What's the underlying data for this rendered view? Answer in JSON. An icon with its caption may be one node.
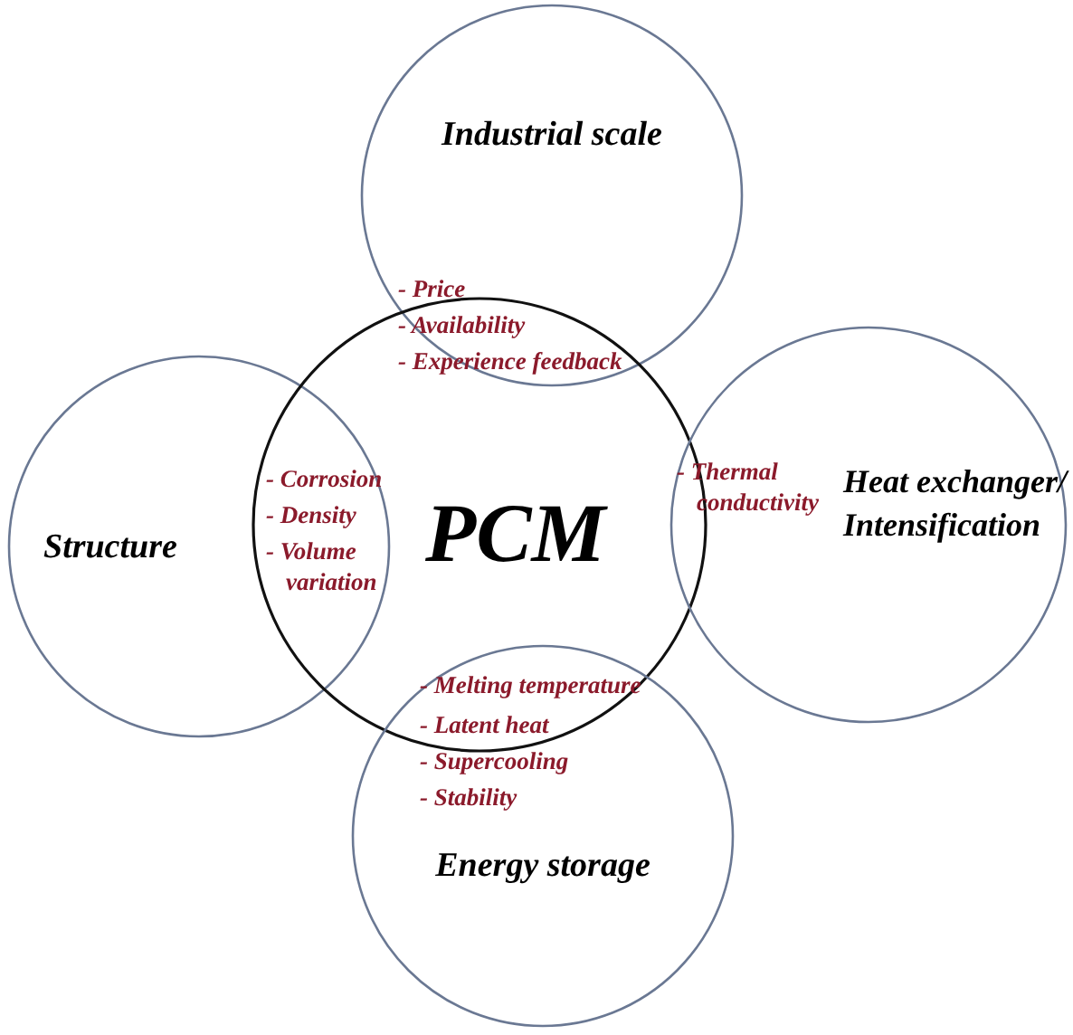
{
  "diagram": {
    "nodes": [
      {
        "text": [
          "Industrial scale"
        ]
      },
      {
        "text": [
          "Structure"
        ]
      },
      {
        "text": [
          "PCM"
        ]
      },
      {
        "text": [
          "Heat exchanger/ Intensification"
        ]
      },
      {
        "text": [
          "Energy storage"
        ]
      }
    ],
    "labels": [
      "- Price",
      "- Availability",
      "- Experience feedback",
      "- Corrosion",
      "- Density",
      "- Volume variation",
      "- Thermal conductivity",
      "- Melting temperature",
      "- Latent heat",
      "- Supercooling",
      "- Stability"
    ]
  }
}
